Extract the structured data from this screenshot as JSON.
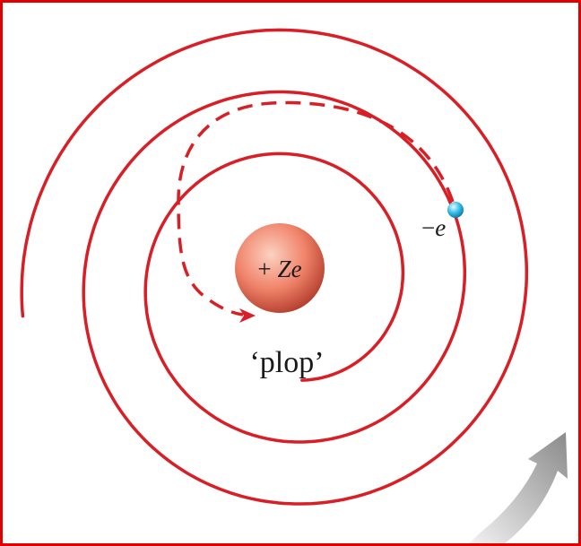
{
  "diagram": {
    "nucleus_label": "+ Ze",
    "nucleus_label_parts": {
      "sign": "+",
      "symbol": "Ze"
    },
    "electron_label": "−e",
    "electron_label_parts": {
      "sign": "−",
      "symbol": "e"
    },
    "caption": "‘plop’"
  },
  "colors": {
    "border": "#e00000",
    "spiral": "#d81f26",
    "nucleus_highlight": "#fbd2c2",
    "nucleus_mid": "#f0836a",
    "nucleus_edge": "#b03a2a",
    "electron_highlight": "#e6faff",
    "electron_mid": "#35bde8",
    "electron_edge": "#0b79a8",
    "arrow_dark": "#8a8a8a",
    "arrow_light": "#f2f2f2"
  },
  "icons": {
    "nucleus": "nucleus-sphere-icon",
    "electron": "electron-sphere-icon",
    "rotation": "rotation-arrow-icon"
  }
}
